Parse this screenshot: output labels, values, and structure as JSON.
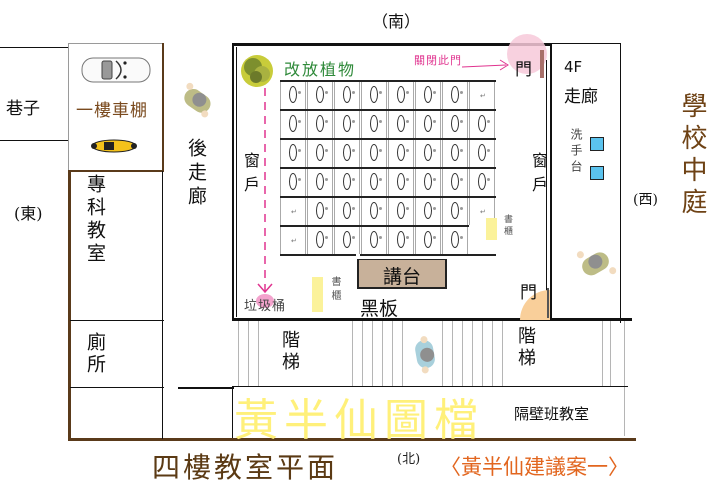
{
  "compass": {
    "south": "（南）",
    "north": "(北)",
    "east": "(東)",
    "west": "(西)"
  },
  "rooms": {
    "alley": "巷子",
    "garage": "一樓車棚",
    "back_corridor": "後走廊",
    "special_classroom": "專科教室",
    "toilet": "廁所",
    "corridor_4f_line1": "4F",
    "corridor_4f_line2": "走廊",
    "sink_label": "洗手台",
    "courtyard": "學校中庭",
    "neighbor_classroom": "隔壁班教室",
    "stairs_left": "階梯",
    "stairs_right": "階梯"
  },
  "classroom": {
    "plants_label": "改放植物",
    "close_door_label": "關閉此門",
    "door_top": "門",
    "door_bottom": "門",
    "window_left": "窗戶",
    "window_right": "窗戶",
    "trash_label": "垃圾桶",
    "bookshelf_left": "書櫃",
    "bookshelf_right": "書櫃",
    "podium": "講台",
    "blackboard": "黑板",
    "desk_grid": {
      "columns": 8,
      "rows": [
        [
          1,
          1,
          1,
          1,
          1,
          1,
          1,
          0
        ],
        [
          1,
          1,
          1,
          1,
          1,
          1,
          1,
          1
        ],
        [
          1,
          1,
          1,
          1,
          1,
          1,
          1,
          1
        ],
        [
          1,
          1,
          1,
          1,
          1,
          1,
          1,
          1
        ],
        [
          0,
          1,
          1,
          1,
          1,
          1,
          1,
          0
        ],
        [
          0,
          1,
          1,
          1,
          1,
          1,
          1,
          0
        ]
      ]
    }
  },
  "watermark": "黃半仙圖檔",
  "footer": {
    "title": "四樓教室平面",
    "proposal": "〈黃半仙建議案一〉"
  },
  "colors": {
    "brown": "#5a3a1a",
    "title_brown": "#5b3a14",
    "green_label": "#2f8a3a",
    "magenta": "#e0338f",
    "orange_label": "#e2661f",
    "podium_fill": "#c8b19a",
    "sink_blue": "#5bc3ee",
    "shelf_yellow": "#fbf29a",
    "watermark_yellow": "#fff07a",
    "door_pink": "#f7c9d9",
    "door_orange": "#f9cf9a"
  }
}
